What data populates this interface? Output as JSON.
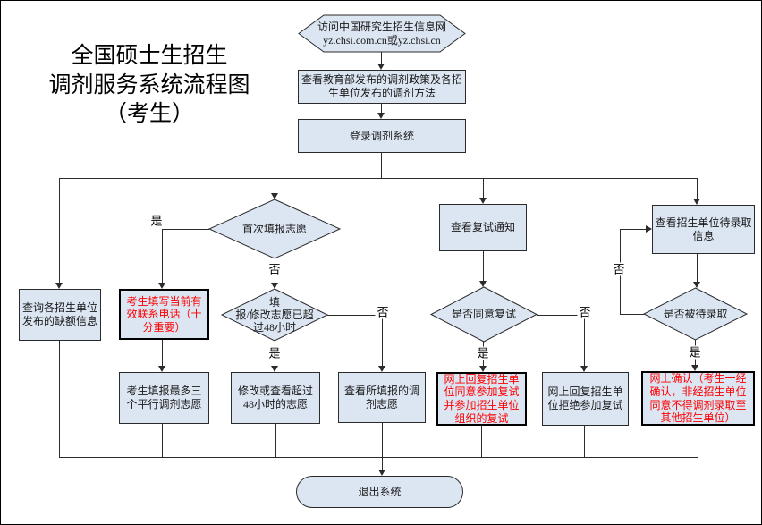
{
  "colors": {
    "node_fill": "#dce6f2",
    "line_color": "#2b2b2b",
    "red_text": "#ff0000",
    "text_color": "#1a1a1a"
  },
  "title": "全国硕士生招生\n调剂服务系统流程图\n（考生）",
  "edge_labels": {
    "yes": "是",
    "no": "否"
  },
  "nodes": {
    "start_hexagon": "访问中国研究生招生信息网\nyz.chsi.com.cn或yz.chsi.cn",
    "view_policy": "查看教育部发布的调剂政策及各招生单位发布的调剂方法",
    "login": "登录调剂系统",
    "query_vacancy": "查询各招生单位发布的缺额信息",
    "first_time_decision": "首次填报志愿",
    "fill_phone": "考生填写当前有效联系电话（十分重要）",
    "over48_decision": "填\n报/修改志愿已超\n过48小时",
    "fill_three": "考生填报最多三个平行调剂志愿",
    "modify_over48": "修改或查看超过48小时的志愿",
    "view_filled": "查看所填报的调剂志愿",
    "view_retest_notice": "查看复试通知",
    "agree_retest_decision": "是否同意复试",
    "reply_agree": "网上回复招生单位同意参加复试并参加招生单位组织的复试",
    "reply_reject": "网上回复招生单位拒绝参加复试",
    "view_admission": "查看招生单位待录取信息",
    "admitted_decision": "是否被待录取",
    "confirm_online": "网上确认（考生一经确认，非经招生单位同意不得调剂录取至其他招生单位）",
    "exit": "退出系统"
  }
}
